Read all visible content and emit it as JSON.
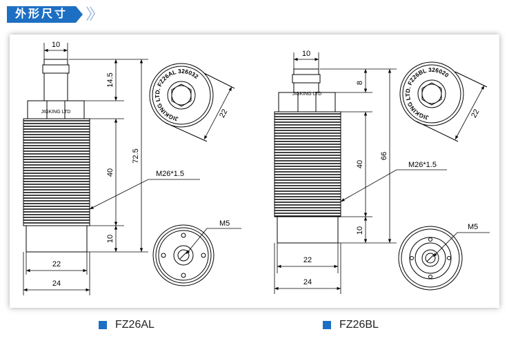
{
  "header": {
    "title": "外形尺寸"
  },
  "models": [
    {
      "name": "FZ26AL",
      "dims": {
        "top_width": "10",
        "nut_height": "14.5",
        "total_height": "72.5",
        "thread_length": "40",
        "bottom_length": "10",
        "inner_diameter": "22",
        "outer_diameter": "24",
        "face_diameter": "22"
      },
      "thread": "M26*1.5",
      "screw": "M5",
      "face_text": "JIGKING LTD. FZ26AL 326032",
      "nut_text": "JIGKING LTD"
    },
    {
      "name": "FZ26BL",
      "dims": {
        "top_width": "10",
        "nut_height": "8",
        "total_height": "66",
        "thread_length": "40",
        "bottom_length": "10",
        "inner_diameter": "22",
        "outer_diameter": "24",
        "face_diameter": "22"
      },
      "thread": "M26*1.5",
      "screw": "M5",
      "face_text": "JIGKING LTD. FZ26BL 326020",
      "nut_text": "JIGKING LTD"
    }
  ],
  "colors": {
    "accent": "#1d6fc3"
  }
}
